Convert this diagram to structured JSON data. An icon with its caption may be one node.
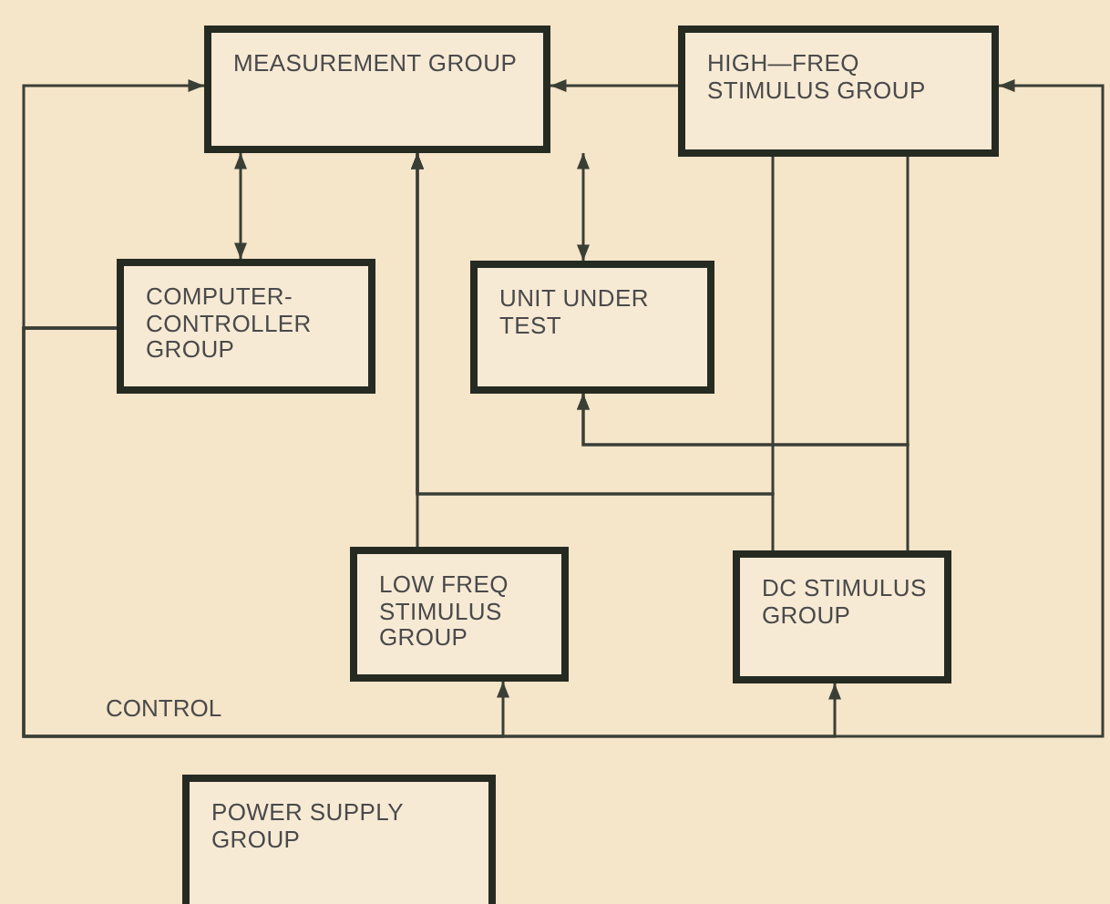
{
  "diagram": {
    "nodes": [
      {
        "text": [
          "MEASUREMENT GROUP"
        ]
      },
      {
        "text": [
          "HIGH—FREQ STIMULUS GROUP"
        ]
      },
      {
        "text": [
          "COMPUTER-CONTROLLER GROUP"
        ]
      },
      {
        "text": [
          "UNIT UNDER TEST"
        ]
      },
      {
        "text": [
          "LOW FREQ STIMULUS GROUP"
        ]
      },
      {
        "text": [
          "DC STIMULUS GROUP"
        ]
      },
      {
        "text": [
          "POWER SUPPLY GROUP"
        ]
      }
    ],
    "edges": [
      {
        "from": 1,
        "to": 0,
        "arrow": "to"
      },
      {
        "from": 0,
        "to": 2,
        "arrow": "both"
      },
      {
        "from": 0,
        "to": 3,
        "arrow": "both"
      },
      {
        "from": 2,
        "to": 0,
        "arrow": "to"
      },
      {
        "from": 2,
        "to": 1,
        "arrow": "to"
      },
      {
        "from": 2,
        "to": 4,
        "arrow": "to"
      },
      {
        "from": 2,
        "to": 5,
        "arrow": "to"
      },
      {
        "from": 4,
        "to": 0,
        "arrow": "to"
      },
      {
        "from": 1,
        "to": 0,
        "arrow": "to"
      },
      {
        "from": 5,
        "to": 0,
        "arrow": "to"
      },
      {
        "from": 1,
        "to": 3,
        "arrow": "to"
      },
      {
        "from": 5,
        "to": 3,
        "arrow": "to"
      }
    ],
    "labels": [
      "CONTROL"
    ]
  }
}
